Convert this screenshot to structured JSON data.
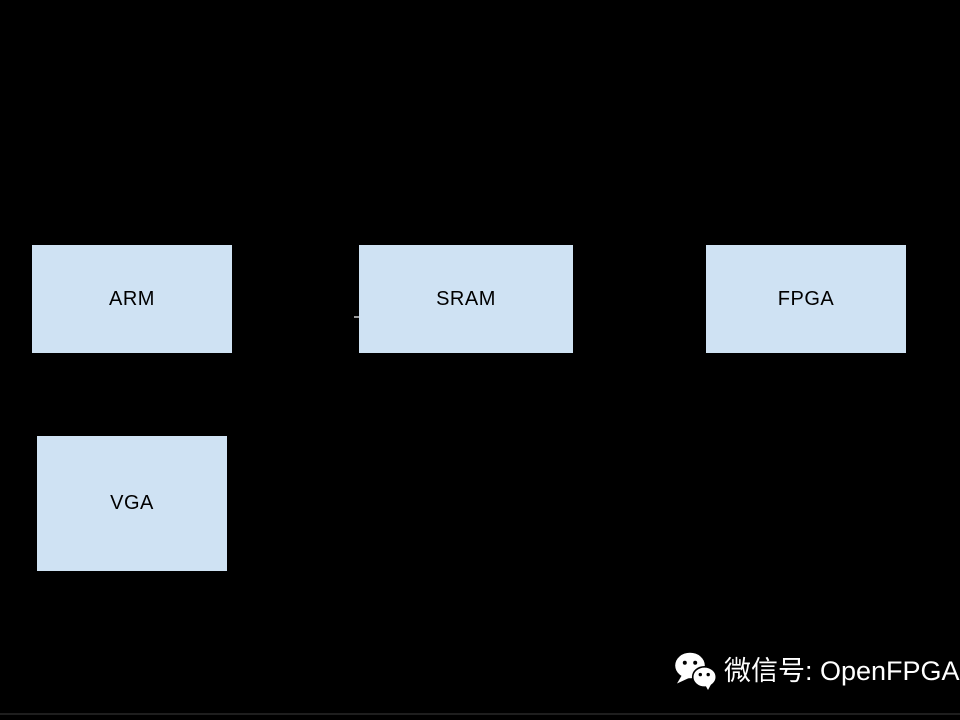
{
  "canvas": {
    "background_color": "#000000"
  },
  "diagram": {
    "style": {
      "box_fill": "#cfe2f3",
      "box_text_color": "#000000"
    },
    "blocks": [
      {
        "label": "ARM"
      },
      {
        "label": "SRAM"
      },
      {
        "label": "FPGA"
      },
      {
        "label": "VGA"
      }
    ]
  },
  "watermark": {
    "icon": "wechat-icon",
    "text": "微信号: OpenFPGA",
    "text_color": "#ffffff"
  }
}
